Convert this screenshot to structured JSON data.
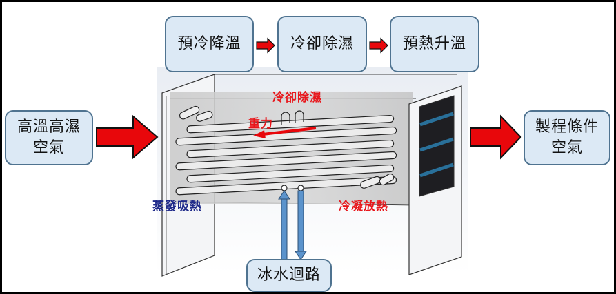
{
  "process_steps": [
    {
      "label": "預冷降溫"
    },
    {
      "label": "冷卻除濕"
    },
    {
      "label": "預熱升溫"
    }
  ],
  "inlet": {
    "line1": "高溫高濕",
    "line2": "空氣"
  },
  "outlet": {
    "line1": "製程條件",
    "line2": "空氣"
  },
  "chilled_water": {
    "label": "冰水迴路"
  },
  "annotations": {
    "cooling_dehumidify": "冷卻除濕",
    "gravity": "重力",
    "evaporate": "蒸發吸熱",
    "condense": "冷凝放熱"
  },
  "colors": {
    "box_fill": "#dce9f5",
    "box_border": "#4f7390",
    "arrow_red": "#e8070b",
    "arrow_blue": "#5b93cc",
    "label_red": "#e8161b",
    "label_blue": "#1f2a8a"
  }
}
